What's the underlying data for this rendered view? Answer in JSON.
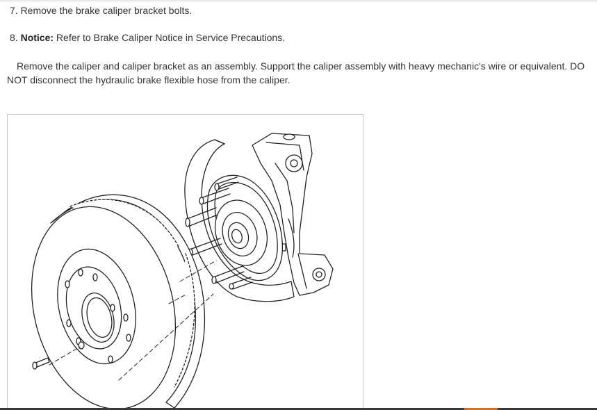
{
  "steps": {
    "step7": "7. Remove the brake caliper bracket bolts.",
    "step8_number": "8.",
    "step8_notice_label": "Notice:",
    "step8_notice_text": "Refer to Brake Caliper Notice in Service Precautions.",
    "step8_body": "Remove the caliper and caliper bracket as an assembly. Support the caliper assembly with heavy mechanic's wire or equivalent. DO NOT disconnect the hydraulic brake flexible hose from the caliper."
  },
  "figure": {
    "icon": "brake-rotor-and-hub-illustration"
  }
}
